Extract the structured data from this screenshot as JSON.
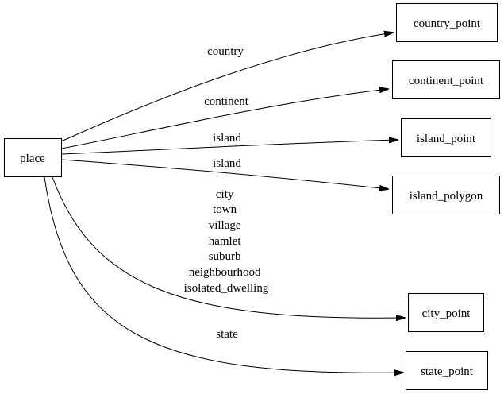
{
  "diagram": {
    "colors": {
      "background": "#ffffff",
      "node_fill": "#ffffff",
      "line": "#000000",
      "text": "#000000"
    },
    "nodes": [
      {
        "id": "place",
        "label": "place"
      },
      {
        "id": "country_point",
        "label": "country_point"
      },
      {
        "id": "continent_point",
        "label": "continent_point"
      },
      {
        "id": "island_point",
        "label": "island_point"
      },
      {
        "id": "island_polygon",
        "label": "island_polygon"
      },
      {
        "id": "city_point",
        "label": "city_point"
      },
      {
        "id": "state_point",
        "label": "state_point"
      }
    ],
    "edges": [
      {
        "from": "place",
        "to": "country_point",
        "labels": [
          "country"
        ]
      },
      {
        "from": "place",
        "to": "continent_point",
        "labels": [
          "continent"
        ]
      },
      {
        "from": "place",
        "to": "island_point",
        "labels": [
          "island"
        ]
      },
      {
        "from": "place",
        "to": "island_polygon",
        "labels": [
          "island"
        ]
      },
      {
        "from": "place",
        "to": "city_point",
        "labels": [
          "city",
          "town",
          "village",
          "hamlet",
          "suburb",
          "neighbourhood",
          "isolated_dwelling"
        ]
      },
      {
        "from": "place",
        "to": "state_point",
        "labels": [
          "state"
        ]
      }
    ]
  }
}
